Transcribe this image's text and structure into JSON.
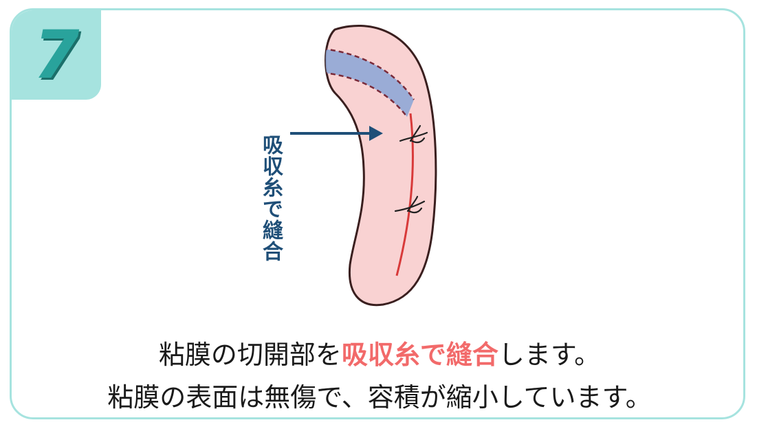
{
  "step": {
    "number": "7"
  },
  "diagram": {
    "label": "吸収糸で縫合",
    "colors": {
      "tissue_fill": "#f9d2d2",
      "tissue_outline": "#3a1f1f",
      "incision_line": "#d83a3a",
      "graft_band": "#8fa7d6",
      "arrow": "#1f4f78"
    }
  },
  "caption": {
    "line1_prefix": "粘膜の切開部を",
    "line1_highlight": "吸収糸で縫合",
    "line1_suffix": "します。",
    "line2": "粘膜の表面は無傷で、容積が縮小しています。"
  },
  "colors": {
    "frame": "#a6e3df",
    "badge_text": "#29a39c",
    "highlight": "#f26a6a"
  }
}
